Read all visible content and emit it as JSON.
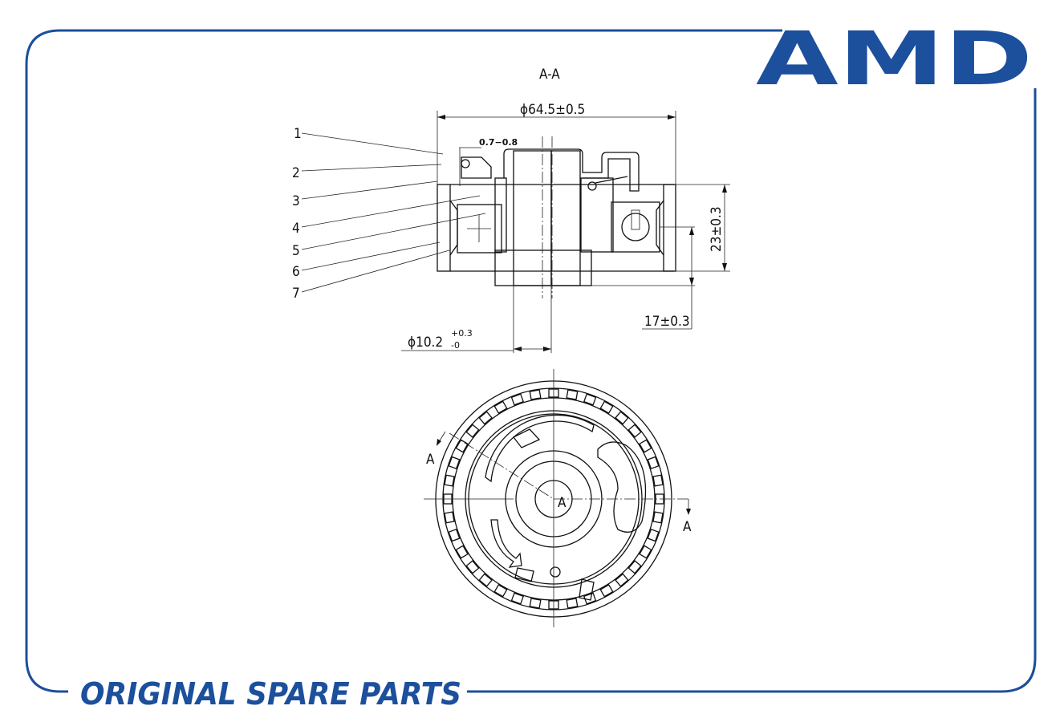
{
  "brand": {
    "logo": "AMD",
    "tagline": "ORIGINAL SPARE PARTS",
    "color": "#1c4f9c"
  },
  "section_view": {
    "title": "A-A",
    "dimensions": {
      "outer_diameter": "ϕ64.5±0.5",
      "gap": "0.7−0.8",
      "height_total": "23±0.3",
      "height_offset": "17±0.3",
      "bore_diameter": "ϕ10.2",
      "bore_tol_upper": "+0.3",
      "bore_tol_lower": "-0"
    },
    "callouts": [
      "1",
      "2",
      "3",
      "4",
      "5",
      "6",
      "7"
    ]
  },
  "top_view": {
    "section_marker_left": "A",
    "section_marker_right": "A",
    "center_label": "A",
    "teeth_count": 36
  }
}
